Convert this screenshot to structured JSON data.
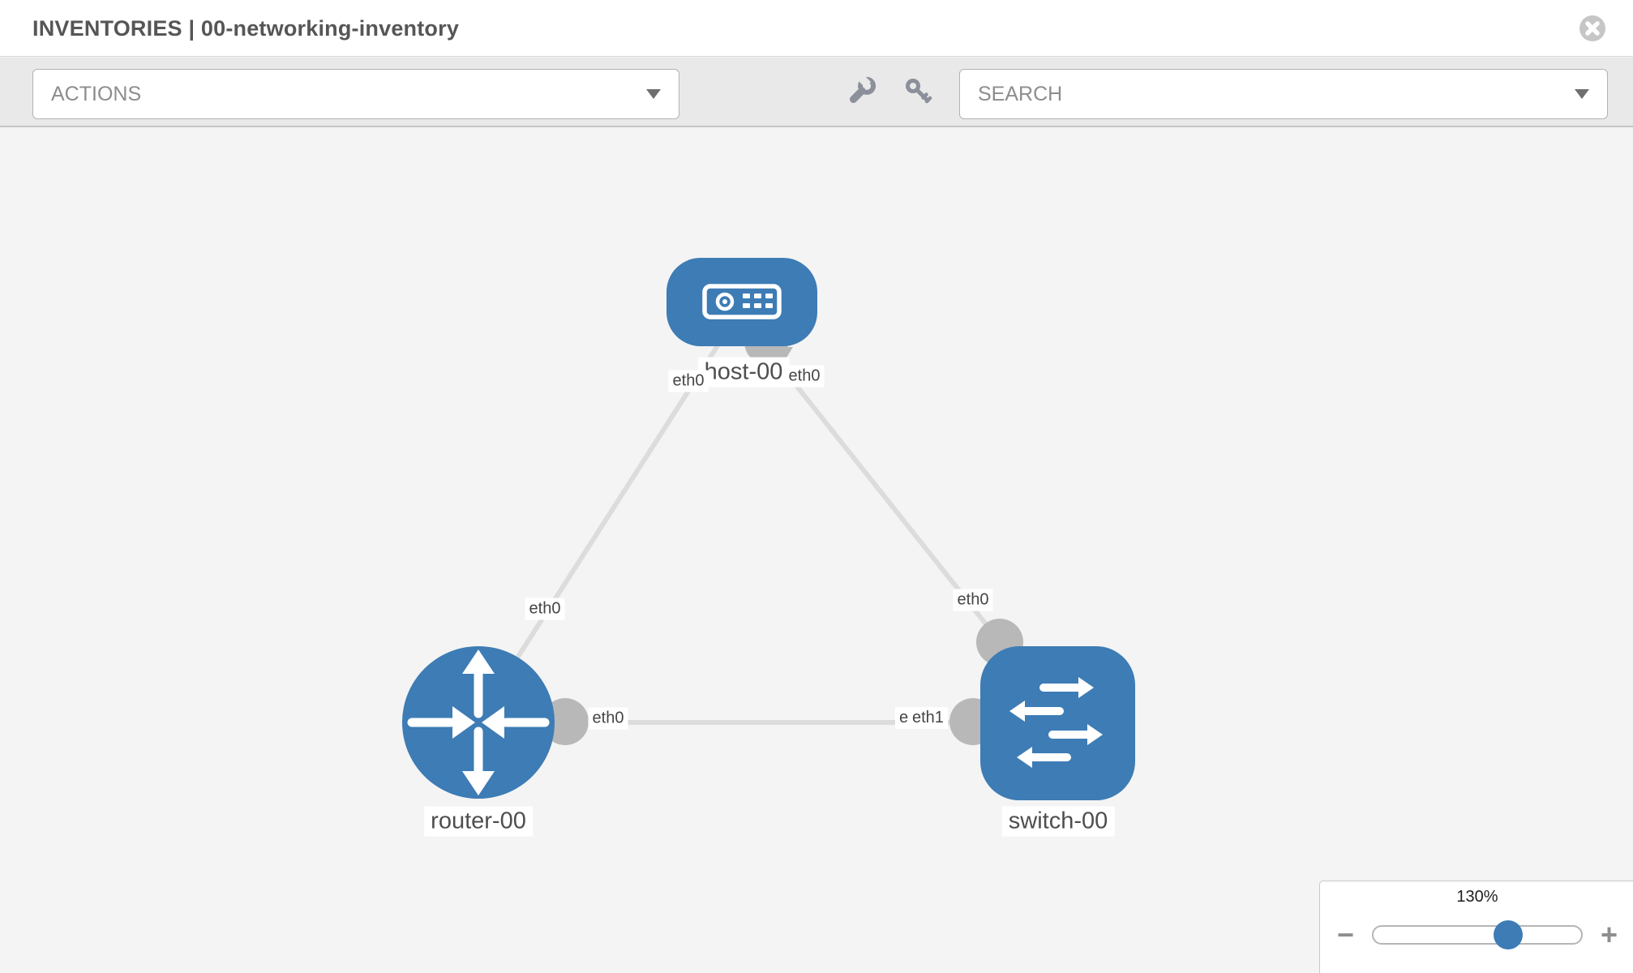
{
  "header": {
    "title": "INVENTORIES | 00-networking-inventory"
  },
  "toolbar": {
    "actions_label": "ACTIONS",
    "search_placeholder": "SEARCH"
  },
  "canvas": {
    "nodes": {
      "host": {
        "label": "host-00",
        "type": "host"
      },
      "router": {
        "label": "router-00",
        "type": "router"
      },
      "switch": {
        "label": "switch-00",
        "type": "switch"
      }
    },
    "interface_labels": {
      "host_left": "eth0",
      "host_right": "eth0",
      "router_top": "eth0",
      "router_right": "eth0",
      "switch_top": "eth0",
      "switch_left_back": "eth0",
      "switch_left_front": "eth1"
    }
  },
  "zoom_panel": {
    "level": "130%",
    "minus_label": "−",
    "plus_label": "+"
  },
  "colors": {
    "node_blue": "#3d7cb5",
    "link_gray": "#dcdcdc",
    "interface_gray": "#b8b8b8",
    "toolbar_gray": "#e9e9e9"
  }
}
